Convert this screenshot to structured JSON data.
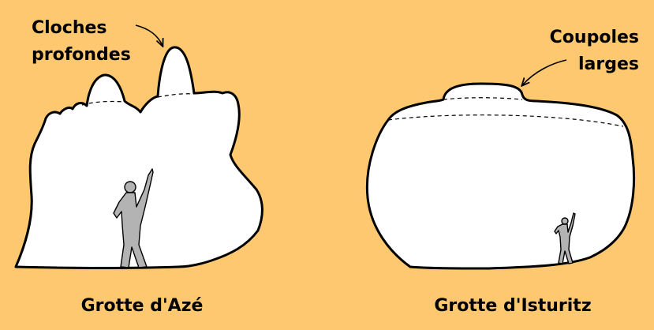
{
  "colors": {
    "background": "#fdc870",
    "cave_fill": "#ffffff",
    "outline": "#000000",
    "figure": "#b3b3b3"
  },
  "annotations": {
    "deep_bells_line1": "Cloches",
    "deep_bells_line2": "profondes",
    "wide_domes_line1": "Coupoles",
    "wide_domes_line2": "larges"
  },
  "caves": {
    "left_name": "Grotte d'Azé",
    "right_name": "Grotte d'Isturitz"
  }
}
